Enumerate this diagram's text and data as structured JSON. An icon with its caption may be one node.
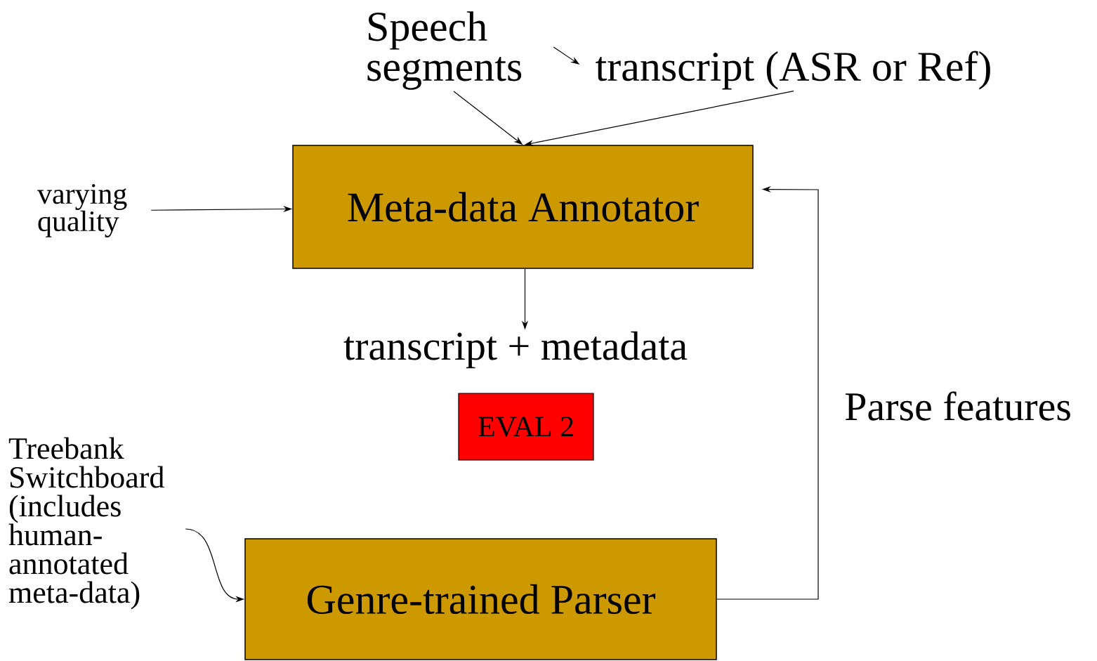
{
  "diagram": {
    "nodes": [
      {
        "text": [
          "Speech segments"
        ]
      },
      {
        "text": [
          "transcript (ASR or Ref)"
        ]
      },
      {
        "text": [
          "Meta-data Annotator"
        ]
      },
      {
        "text": [
          "varying quality"
        ]
      },
      {
        "text": [
          "transcript + metadata"
        ]
      },
      {
        "text": [
          "EVAL 2"
        ]
      },
      {
        "text": [
          "Treebank Switchboard (includes human-annotated meta-data)"
        ]
      },
      {
        "text": [
          "Genre-trained Parser"
        ]
      }
    ],
    "edges": [
      {
        "from": 0,
        "to": 1,
        "arrow": "to"
      },
      {
        "from": 0,
        "to": 2,
        "arrow": "to"
      },
      {
        "from": 1,
        "to": 2,
        "arrow": "to"
      },
      {
        "from": 3,
        "to": 2,
        "arrow": "to"
      },
      {
        "from": 2,
        "to": 4,
        "arrow": "to"
      },
      {
        "from": 6,
        "to": 7,
        "arrow": "to"
      },
      {
        "from": 7,
        "to": 2,
        "arrow": "to",
        "label": "Parse features"
      }
    ]
  }
}
